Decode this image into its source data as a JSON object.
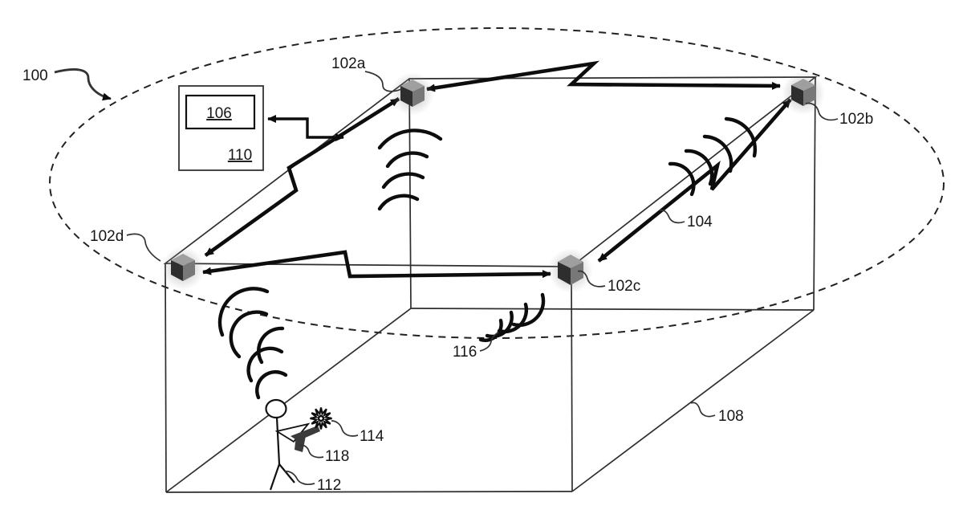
{
  "figure": {
    "kind": "patent-style gunshot detection system diagram",
    "background": "#ffffff",
    "line_color": "#1a1a1a",
    "bolt_color": "#0d0d0d",
    "cube_top_color": "#9f9f9f",
    "cube_left_color": "#2e2e2e",
    "cube_right_color": "#787878"
  },
  "labels": {
    "system": "100",
    "sensor_a": "102a",
    "sensor_b": "102b",
    "sensor_c": "102c",
    "sensor_d": "102d",
    "comm_link": "104",
    "display": "106",
    "room": "108",
    "computer": "110",
    "shooter": "112",
    "muzzle_flash": "114",
    "sound_wave": "116",
    "gun": "118"
  }
}
